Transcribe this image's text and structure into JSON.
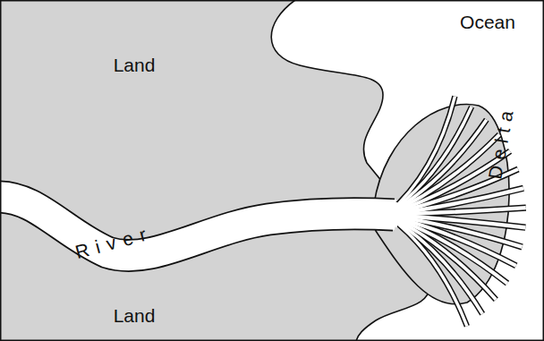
{
  "diagram": {
    "labels": [
      "Land",
      "Ocean",
      "Delta",
      "River",
      "Land"
    ]
  }
}
